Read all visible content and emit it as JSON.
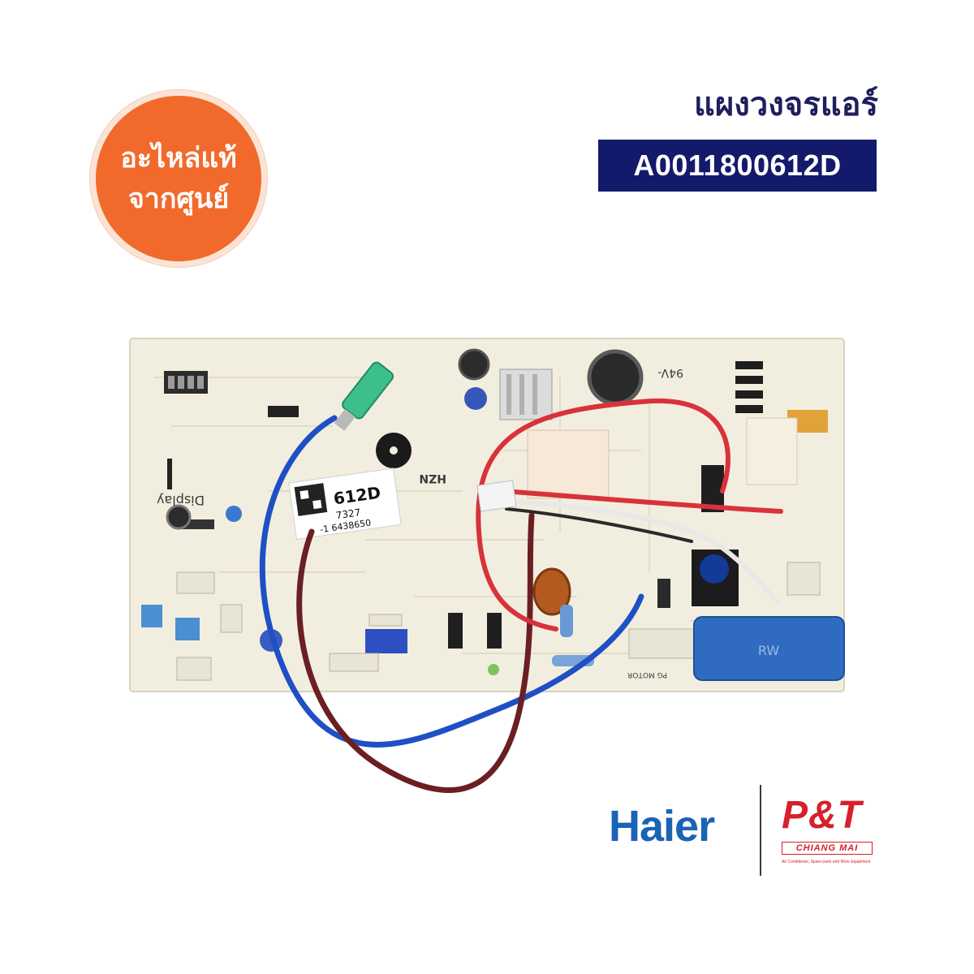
{
  "badge": {
    "line1": "อะไหล่แท้",
    "line2": "จากศูนย์"
  },
  "product": {
    "title": "แผงวงจรแอร์",
    "part_number": "A0011800612D"
  },
  "pcb": {
    "label_code": "612D",
    "label_num": "7327",
    "label_serial": "-1 6438650",
    "silkscreen_display": "Display",
    "silkscreen_hzn": "HZN",
    "silkscreen_94v": "94V-",
    "silkscreen_pg_motor": "PG MOTOR"
  },
  "logos": {
    "brand": "Haier",
    "dealer": "P&T",
    "dealer_city": "CHIANG MAI",
    "dealer_tagline": "Air Conditioner, Spare parts and More Equipment"
  },
  "colors": {
    "badge": "#f16a2c",
    "part_box": "#141a6b",
    "title": "#1d1f5e",
    "haier": "#1a63b5",
    "pt": "#d6202a"
  }
}
